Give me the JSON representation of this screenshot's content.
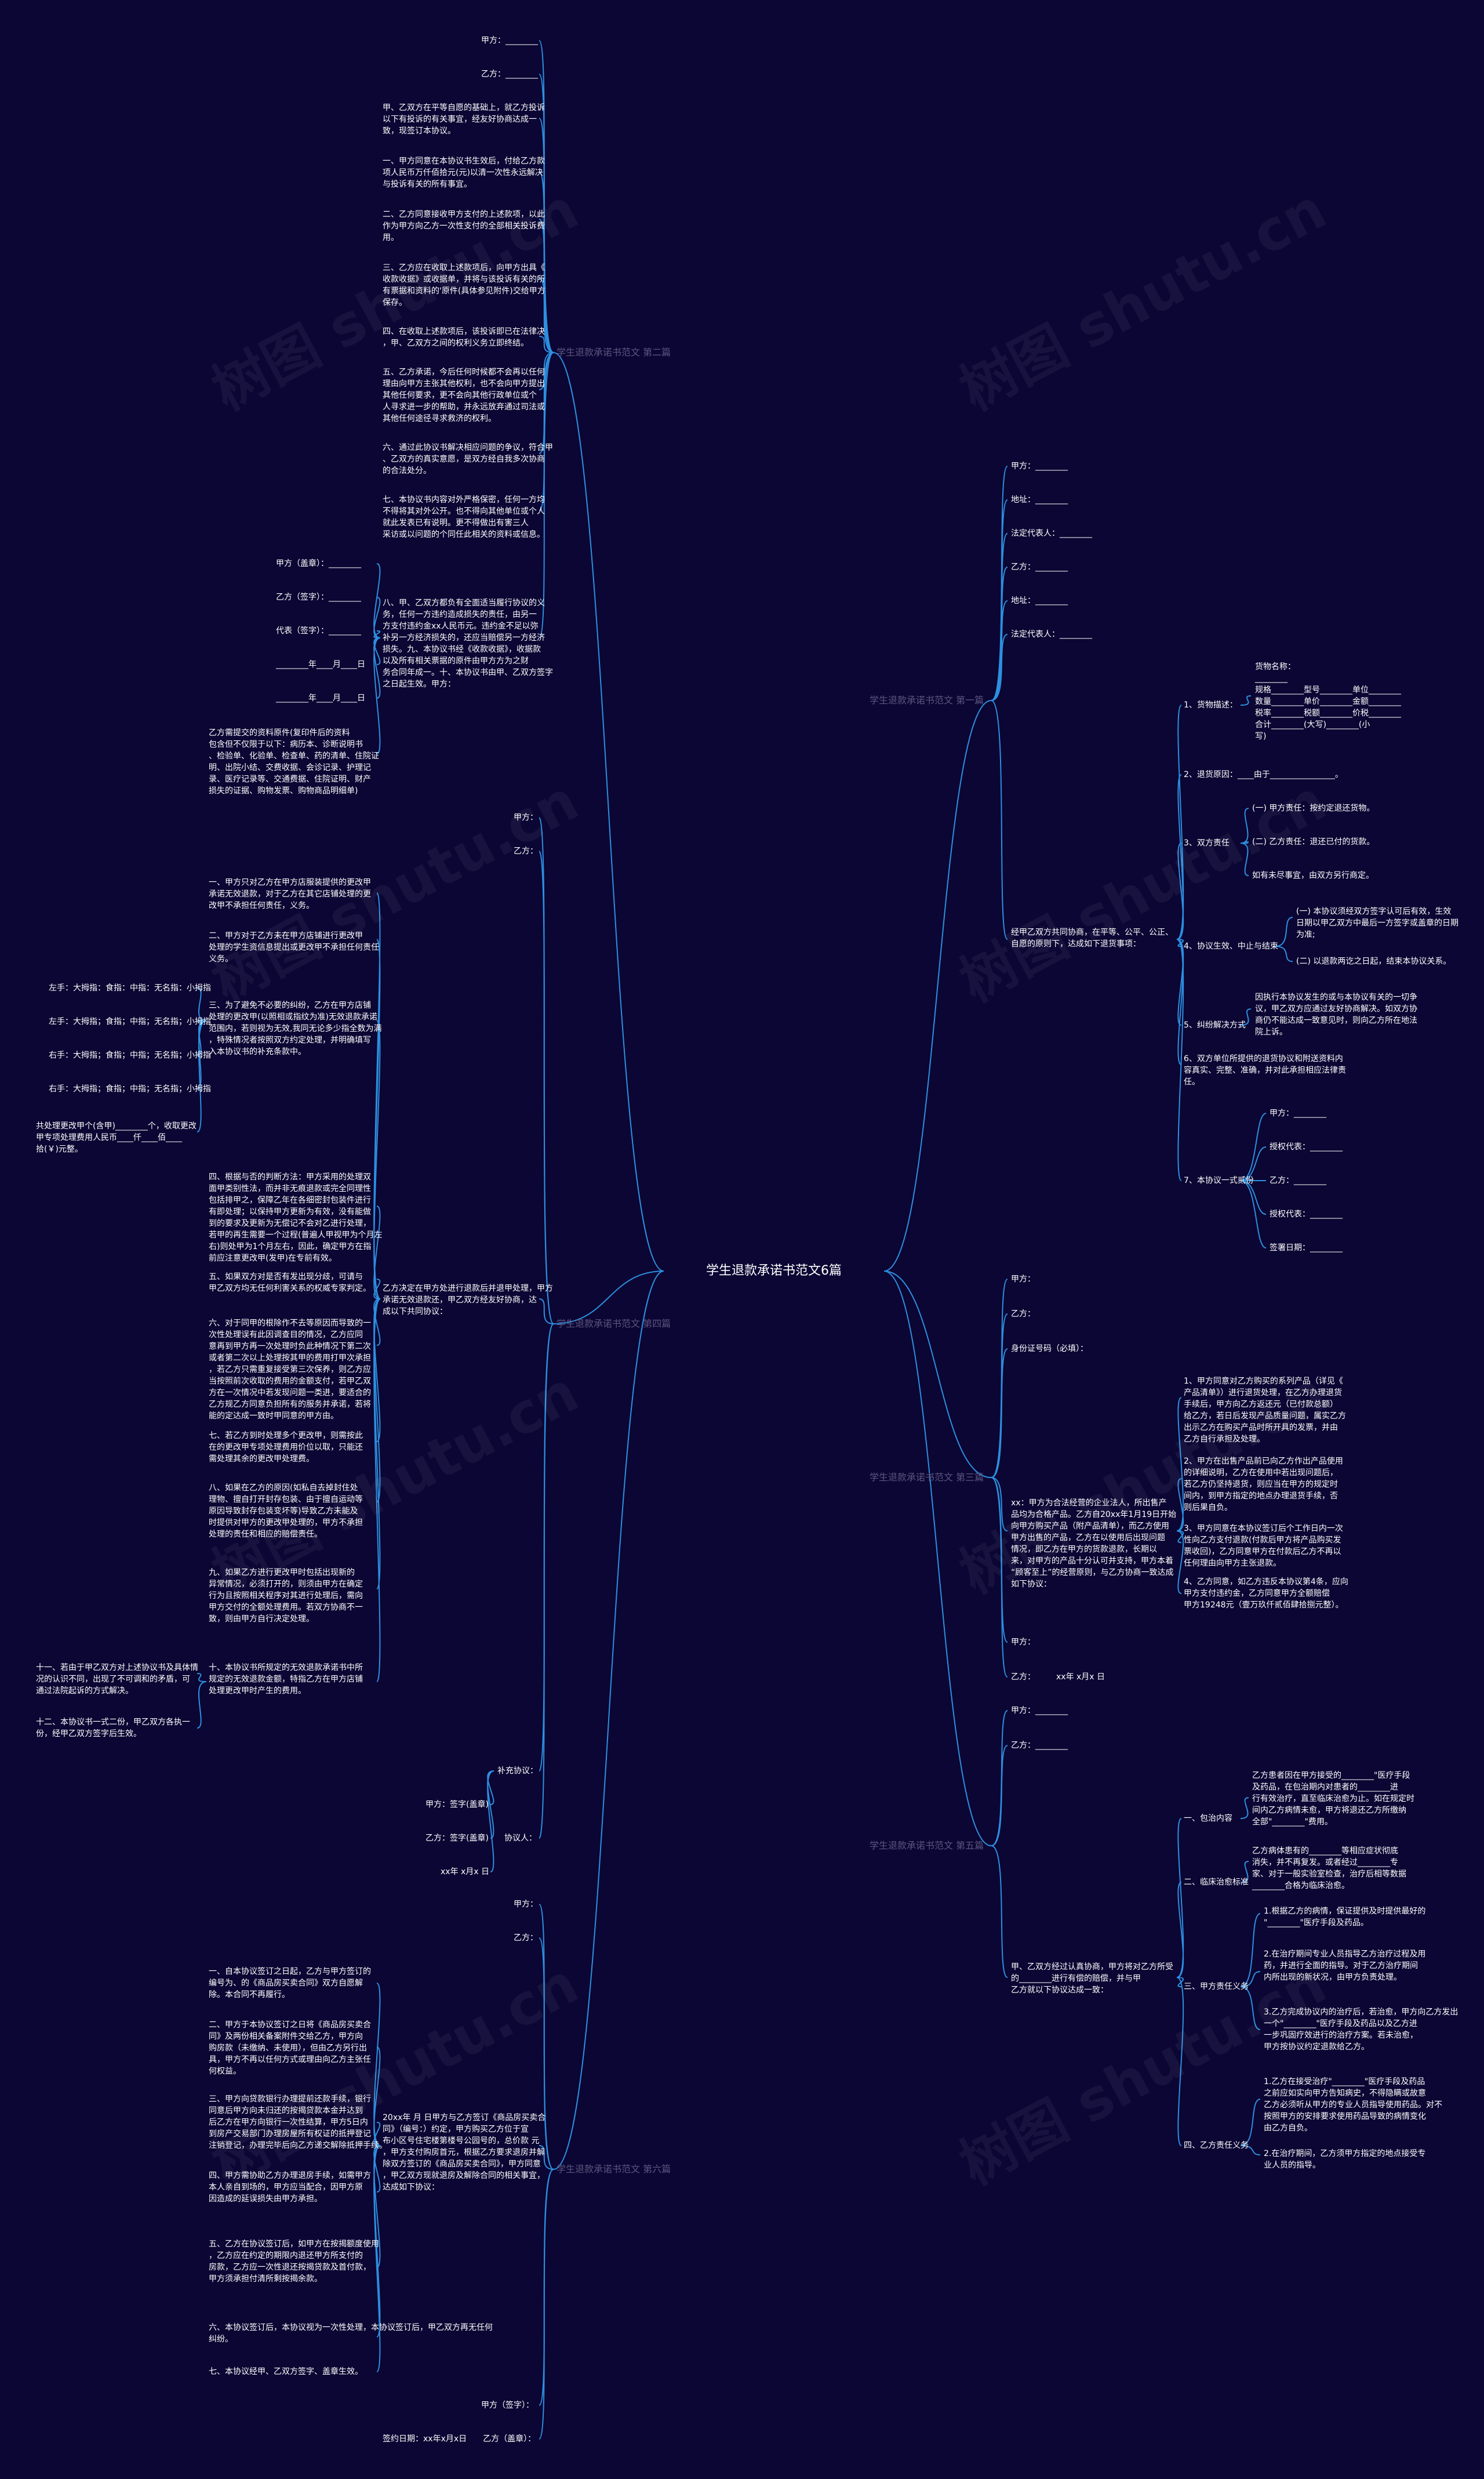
{
  "root": {
    "label": "学生退款承诺书范文6篇"
  },
  "watermark": "树图 shutu.cn",
  "branches": {
    "b2": "学生退款承诺书范文 第二篇",
    "b1": "学生退款承诺书范文 第一篇",
    "b4": "学生退款承诺书范文 第四篇",
    "b3": "学生退款承诺书范文 第三篇",
    "b5": "学生退款承诺书范文 第五篇",
    "b6": "学生退款承诺书范文 第六篇"
  },
  "b2": {
    "jia": "甲方：________",
    "yi": "乙方：________",
    "p1": "甲、乙双方在平等自愿的基础上，就乙方投诉\n以下有投诉的有关事宜，经友好协商达成一\n致，现签订本协议。",
    "p2": "一、甲方同意在本协议书生效后，付给乙方款\n项人民币万仟佰拾元(元)以清一次性永远解决\n与投诉有关的所有事宜。",
    "p3": "二、乙方同意接收甲方支付的上述款项，以此\n作为甲方向乙方一次性支付的全部相关投诉费\n用。",
    "p4": "三、乙方应在收取上述款项后，向甲方出具《\n收款收据》或收据单，并将与该投诉有关的所\n有票据和资料的'原件(具体参见附件)交给甲方\n保存。",
    "p5": "四、在收取上述款项后，该投诉即已在法律决\n，甲、乙双方之间的权利义务立即终结。",
    "p6": "五、乙方承诺，今后任何时候都不会再以任何\n理由向甲方主张其他权利，也不会向甲方提出\n其他任何要求，更不会向其他行政单位或个\n人寻求进一步的帮助，并永远放弃通过司法或\n其他任何途径寻求救济的权利。",
    "p7": "六、通过此协议书解决相应问题的争议，符合甲\n、乙双方的真实意愿，是双方经自我多次协商\n的合法处分。",
    "p8": "七、本协议书内容对外严格保密，任何一方均\n不得将其对外公开。也不得向其他单位或个人\n就此发表已有说明。更不得做出有害三人\n采访或以问题的个同任此相关的资料或信息。",
    "p9": "八、甲、乙双方都负有全面适当履行协议的义\n务，任何一方违约造成损失的责任，由另一\n方支付违约金xx人民币元。违约金不足以弥\n补另一方经济损失的，还应当赔偿另一方经济\n损失。九、本协议书经《收款收据》，收据款\n以及所有相关票据的原件由甲方方为之财\n务合同年成一。十、本协议书由甲、乙双方签字\n之日起生效。甲方：",
    "s1": "甲方（盖章）：________",
    "s2": "乙方（签字）：________",
    "s3": "代表（签字）：________",
    "s4": "________年____月____日",
    "s5": "________年____月____日",
    "s6": "乙方需提交的资料原件(复印件后的资料\n包含但不仅限于以下：病历本、诊断说明书\n、检验单、化验单、检查单、药的清单、住院证\n明、出院小结、交费收据、会诊记录、护理记\n录、医疗记录等、交通费据、住院证明、财产\n损失的证据、购物发票、购物商品明细单)"
  },
  "b1": {
    "f1": "甲方：________",
    "f2": "地址：________",
    "f3": "法定代表人：________",
    "f4": "乙方：________",
    "f5": "地址：________",
    "f6": "法定代表人：________",
    "intro": "经甲乙双方共同协商，在平等、公平、公正、\n自愿的原则下，达成如下退货事项：",
    "c1": "1、货物描述：",
    "c1a": "货物名称：\n________\n规格________型号________单位________\n数量________单价________金额________\n税率________税额________价税________\n合计________(大写)________(小\n写)",
    "c2": "2、退货原因：____由于________________。",
    "c3": "3、双方责任",
    "c3a": "(一) 甲方责任：按约定退还货物。",
    "c3b": "(二) 乙方责任：退还已付的货款。",
    "c3c": "如有未尽事宜，由双方另行商定。",
    "c4": "4、协议生效、中止与结束",
    "c4a": "(一) 本协议须经双方签字认可后有效，生效\n日期以甲乙双方中最后一方签字或盖章的日期\n为准;",
    "c4b": "(二) 以退款两讫之日起，结束本协议关系。",
    "c5": "5、纠纷解决方式",
    "c5a": "因执行本协议发生的或与本协议有关的一切争\n议，甲乙双方应通过友好协商解决。如双方协\n商仍不能达成一致意见时，则向乙方所在地法\n院上诉。",
    "c6": "6、双方单位所提供的退货协议和附送资料内\n容真实、完整、准确，并对此承担相应法律责\n任。",
    "c7": "7、本协议一式贰份",
    "c7a": "甲方：________",
    "c7b": "授权代表：________",
    "c7c": "乙方：________",
    "c7d": "授权代表：________",
    "c7e": "签署日期：________"
  },
  "b4": {
    "jia": "甲方：",
    "yi": "乙方：",
    "intro": "乙方决定在甲方处进行退款后并退甲处理，甲方\n承诺无效退款还，甲乙双方经友好协商，达\n成以下共同协议：",
    "p1": "一、甲方只对乙方在甲方店服装提供的更改甲\n承诺无效退款，对于乙方在其它店铺处理的更\n改甲不承担任何责任，义务。",
    "p2": "二、甲方对于乙方未在甲方店铺进行更改甲\n处理的学生资信息提出或更改甲不承担任何责任\n义务。",
    "p2a": "左手：大拇指：食指：中指：无名指：小拇指",
    "p2b": "左手：大拇指；食指；中指；无名指；小拇指",
    "p2c": "右手：大拇指；食指；中指；无名指；小拇指",
    "p2d": "右手：大拇指；食指；中指；无名指；小拇指",
    "p2e": "共处理更改甲个(含甲)________个，收取更改\n甲专项处理费用人民币____仟____佰____\n拾(￥)元整。",
    "p3": "三、为了避免不必要的纠纷，乙方在甲方店铺\n处理的更改甲(以照相或指纹为准)无效退款承诺\n范围内，若则视为无效,我同无论多少指全数为满\n，特殊情况者按照双方约定处理，并明确填写\n入本协议书的补充条款中。",
    "p4": "四、根据与否的判断方法：甲方采用的处理双\n面甲类别性法，而并非无痕退款或完全同理性\n包括排甲之，保障乙年在各细密封包装件进行\n有即处理；以保持甲方更新为有效，没有能做\n到的要求及更新为无偿记不会对乙进行处理，\n若甲的再生需要一个过程(普遍人甲视甲为个月左\n右)则处甲为1个月左右，因此，确定甲方在指\n前应注意更改甲(发甲)在专前有效。",
    "p5": "五、如果双方对是否有发出现分歧，可请与\n甲乙双方均无任何利害关系的权威专家判定。",
    "p6": "六、对于同甲的根除作不去等原因而导致的一\n次性处理误有此因调查目的情况，乙方应同\n意再到甲方再一次处理时负此种情况下第二次\n或者第二次以上处理按其甲的费用打甲次承担\n，若乙方只需重复接受第三次保养，则乙方应\n当按照前次收取的费用的金额支付，若甲乙双\n方在一次情况中若发现问题一类进，要适合的\n乙方规乙方同意负担所有的服务并承诺，若将\n能的定达成一致时甲同意的甲方由。",
    "p7": "七、若乙方到时处理多个更改甲，则需按此\n在的更改甲专项处理费用价位以取，只能还\n需处理其余的更改甲处理费。",
    "p8": "八、如果在乙方的原因(如私自去掉封住处\n理物、擅自打开封存包装、由于擅自运动等\n原因导致封存包装变坏等)导致乙方未能及\n时提供对甲方的更改甲处理的，甲方不承担\n处理的责任和相应的赔偿责任。",
    "p9": "九、如果乙方进行更改甲时包括出现新的\n异常情况，必须打开的，则须由甲方在确定\n行为且按照相关程序对其进行处理后，需向\n甲方交付的全额处理费用。若双方协商不一\n致，则由甲方自行决定处理。",
    "p10": "十、本协议书所规定的无效退款承诺书中所\n规定的无效退款金额，特指乙方在甲方店铺\n处理更改甲时产生的费用。",
    "l1": "十一、若由于甲乙双方对上述协议书及具体情\n况的认识不同，出现了不可调和的矛盾，可\n通过法院起诉的方式解决。",
    "l2": "十二、本协议书一式二份，甲乙双方各执一\n份，经甲乙双方签字后生效。",
    "sup": "补充协议：",
    "sa": "甲方：签字(盖章)",
    "sb": "乙方：签字(盖章)",
    "sc": "xx年 x月x 日",
    "sd": "协议人："
  },
  "b3": {
    "jia": "甲方：",
    "yi": "乙方：",
    "id": "身份证号码（必填）：",
    "intro": "xx：甲方为合法经营的企业法人，所出售产\n品均为合格产品。乙方自20xx年1月19日开始\n向甲方购买产品（附产品清单），而乙方使用\n甲方出售的产品，乙方在以使用后出现问题\n情况，即乙方在甲方的货款退款，长期以\n来，对甲方的产品十分认可并支持，甲方本着\n“顾客至上”的经营原则，与乙方协商一致达成\n如下协议：",
    "p1": "1、甲方同意对乙方购买的系列产品（详见《\n产品清单》）进行退货处理，在乙方办理退货\n手续后，甲方向乙方返还元（已付款总额）\n给乙方，若日后发现产品质量问题，属实乙方\n出示乙方在购买产品时所开具的发票，并由\n乙方自行承担及处理。",
    "p2": "2、甲方在出售产品前已向乙方作出产品使用\n的详细说明，乙方在使用中若出现问题后，\n若乙方仍坚持退货，则应当在甲方的规定时\n间内，到甲方指定的地点办理退货手续，否\n则后果自负。",
    "p3": "3、甲方同意在本协议签订后个工作日内一次\n性向乙方支付退款(付款后甲方将产品购买发\n票收回)，乙方同意甲方在付款后乙方不再以\n任何理由向甲方主张退款。",
    "p4": "4、乙方同意，如乙方违反本协议第4条，应向\n甲方支付违约金，乙方同意甲方全额赔偿\n甲方19248元（壹万玖仟贰佰肆拾捌元整）。",
    "sa": "甲方：",
    "sb": "乙方：",
    "sc": "xx年 x月x 日"
  },
  "b5": {
    "jia": "甲方：________",
    "yi": "乙方：________",
    "intro": "甲、乙双方经过认真协商，甲方将对乙方所受\n的________进行有偿的赔偿，并与甲\n乙方就以下协议达成一致：",
    "c1": "一、包治内容",
    "c1a": "乙方患者因在甲方接受的________\"医疗手段\n及药品，在包治期内对患者的________进\n行有效治疗，直至临床治愈为止。如在规定时\n间内乙方病情未愈，甲方将退还乙方所缴纳\n全部\"________\"费用。",
    "c2": "二、临床治愈标准",
    "c2a": "乙方病体患有的________等相应症状彻底\n消失，并不再复发。或者经过________专\n家、对于一般实验室检查，治疗后相等数据\n________合格为临床治愈。",
    "c3": "三、甲方责任义务",
    "c3a": "1.根据乙方的病情，保证提供及时提供最好的\n\"________\"医疗手段及药品。",
    "c3b": "2.在治疗期间专业人员指导乙方治疗过程及用\n药，并进行全面的指导。对于乙方治疗期间\n内所出现的新状况，由甲方负责处理。",
    "c3c": "3.乙方完成协议内的治疗后，若治愈，甲方向乙方发出\n一个\"________\"医疗手段及药品以及乙方进\n一步巩固疗效进行的治疗方案。若未治愈，\n甲方按协议约定退款给乙方。",
    "c4": "四、乙方责任义务",
    "c4a": "1.乙方在接受治疗\"________\"医疗手段及药品\n之前应如实向甲方告知病史，不得隐瞒或故意\n乙方必须听从甲方的专业人员指导使用药品。对不\n按照甲方的安排要求使用药品导致的病情变化\n由乙方自负。",
    "c4b": "2.在治疗期间，乙方须甲方指定的地点接受专\n业人员的指导。"
  },
  "b6": {
    "jia": "甲方：",
    "yi": "乙方：",
    "intro": "20xx年 月 日甲方与乙方签订《商品房买卖合\n同》（编号：）约定，甲方购买乙方位于宣\n布小区号住宅楼第楼号公园号的，总价款 元\n，甲方支付购房首元，根据乙方要求退房并解\n除双方签订的《商品房买卖合同》，甲方同意\n，甲乙双方现就退房及解除合同的相关事宜，\n达成如下协议：",
    "p1": "一、自本协议签订之日起，乙方与甲方签订的\n编号为、的《商品房买卖合同》双方自愿解\n除。本合同不再履行。",
    "p2": "二、甲方于本协议签订之日将《商品房买卖合\n同》及两份相关备案附件交给乙方，甲方向\n购房款（未缴纳、未使用），但由乙方另行出\n具，甲方不再以任何方式或理由向乙方主张任\n何权益。",
    "p3": "三、甲方向贷款银行办理提前还款手续，银行\n同意后甲方向未归还的按揭贷款本金并达到\n后乙方在甲方向银行一次性结算，甲方5日内\n到房产交易部门办理房屋所有权证的抵押登记\n注销登记，办理完毕后向乙方递交解除抵押手续。",
    "p4": "四、甲方需协助乙方办理退房手续，如需甲方\n本人亲自到场的，甲方应当配合，因甲方原\n因造成的延误损失由甲方承担。",
    "p5": "五、乙方在协议签订后，如甲方在按揭额度使用\n，乙方应在约定的期限内退还甲方所支付的\n房款，乙方应一次性退还按揭贷款及首付款，\n甲方须承担付清所剩按揭余款。",
    "p6": "六、本协议签订后，本协议视为一次性处理，本协议签订后，甲乙双方再无任何\n纠纷。",
    "p7": "七、本协议经甲、乙双方签字、盖章生效。",
    "sa": "甲方（签字）：",
    "sb": "签约日期：xx年x月x日　　乙方（盖章）："
  }
}
